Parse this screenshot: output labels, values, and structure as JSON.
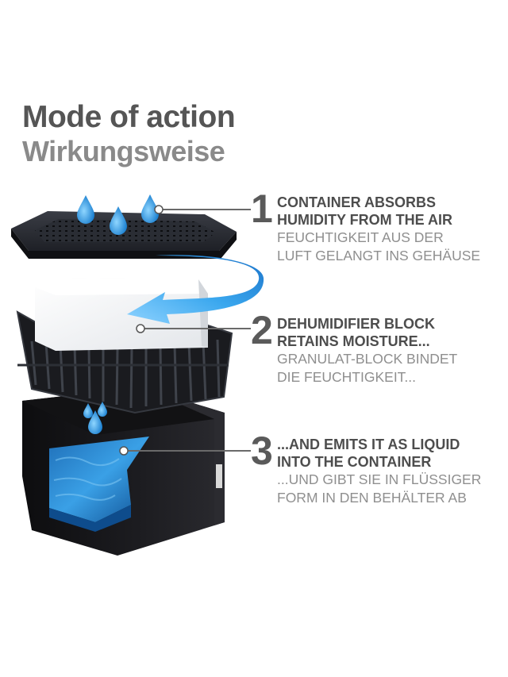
{
  "header": {
    "title_en": "Mode of action",
    "title_de": "Wirkungsweise"
  },
  "steps": [
    {
      "number": "1",
      "en": [
        "CONTAINER ABSORBS",
        "HUMIDITY FROM THE AIR"
      ],
      "de": [
        "FEUCHTIGKEIT AUS DER",
        "LUFT GELANGT INS GEHÄUSE"
      ]
    },
    {
      "number": "2",
      "en": [
        "DEHUMIDIFIER BLOCK",
        "RETAINS MOISTURE..."
      ],
      "de": [
        "GRANULAT-BLOCK BINDET",
        "DIE FEUCHTIGKEIT..."
      ]
    },
    {
      "number": "3",
      "en": [
        "...AND EMITS IT AS LIQUID",
        "INTO THE CONTAINER"
      ],
      "de": [
        "...UND GIBT SIE IN FLÜSSIGER",
        "FORM IN DEN BEHÄLTER AB"
      ]
    }
  ],
  "colors": {
    "heading_en": "#555555",
    "heading_de": "#8a8a8a",
    "step_number": "#5a5a5a",
    "text_en": "#4d4d4d",
    "text_de": "#8f8f8f",
    "water_blue": "#2a8fd6",
    "container_black": "#1c1c1e"
  },
  "icons": [
    "water-drop-icon",
    "flow-arrow-icon"
  ]
}
